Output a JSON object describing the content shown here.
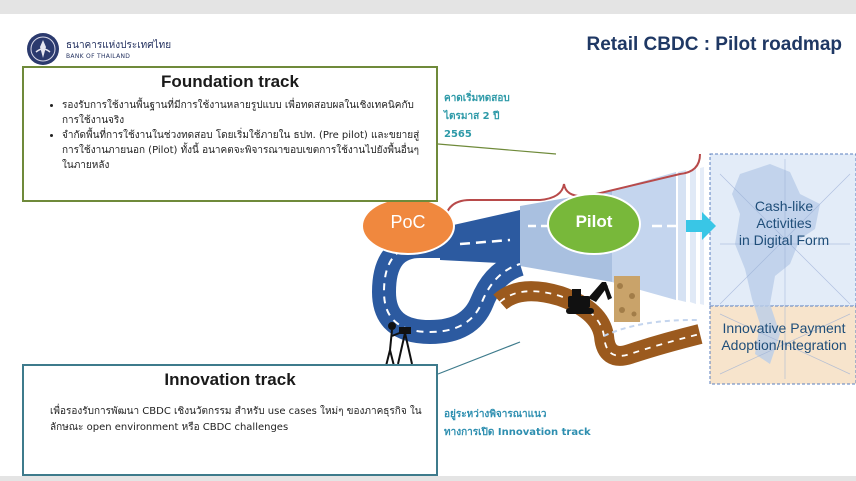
{
  "header": {
    "org_name_th": "ธนาคารแห่งประเทศไทย",
    "org_name_en": "BANK OF THAILAND",
    "title": "Retail CBDC : Pilot roadmap"
  },
  "foundation_track": {
    "title": "Foundation track",
    "bullets": [
      "รองรับการใช้งานพื้นฐานที่มีการใช้งานหลายรูปแบบ เพื่อทดสอบผลในเชิงเทคนิคกับการใช้งานจริง",
      "จำกัดพื้นที่การใช้งานในช่วงทดสอบ โดยเริ่มใช้ภายใน ธปท. (Pre pilot) และขยายสู่การใช้งานภายนอก (Pilot) ทั้งนี้ อนาคตจะพิจารณาขอบเขตการใช้งานไปยังพื้นอื่นๆ ในภายหลัง"
    ],
    "timing_note": [
      "คาดเริ่มทดสอบ",
      "ไตรมาส 2 ปี",
      "2565"
    ]
  },
  "innovation_track": {
    "title": "Innovation track",
    "body": "เพื่อรองรับการพัฒนา CBDC เชิงนวัตกรรม สำหรับ use cases ใหม่ๆ ของภาคธุรกิจ ในลักษณะ open environment หรือ CBDC challenges",
    "status_note": [
      "อยู่ระหว่างพิจารณาแนว",
      "ทางการเปิด Innovation track"
    ]
  },
  "roadmap": {
    "poc_label": "PoC",
    "pilot_label": "Pilot",
    "cash_like_label": [
      "Cash-like",
      "Activities",
      "in Digital Form"
    ],
    "innovative_payment_label": [
      "Innovative Payment",
      "Adoption/Integration"
    ]
  },
  "colors": {
    "poc_orange": "#f0883e",
    "pilot_green": "#78b83a",
    "road_blue": "#2c5aa0",
    "road_brown": "#9b5a1e",
    "foundation_border": "#6f8a3a",
    "innovation_border": "#3e7b8c",
    "arrow_cyan": "#39c6e6",
    "title_navy": "#1f3864"
  },
  "icons": [
    "bank-seal-icon",
    "surveyor-icon",
    "excavator-icon",
    "rock-pile-icon",
    "thailand-map-icon"
  ]
}
